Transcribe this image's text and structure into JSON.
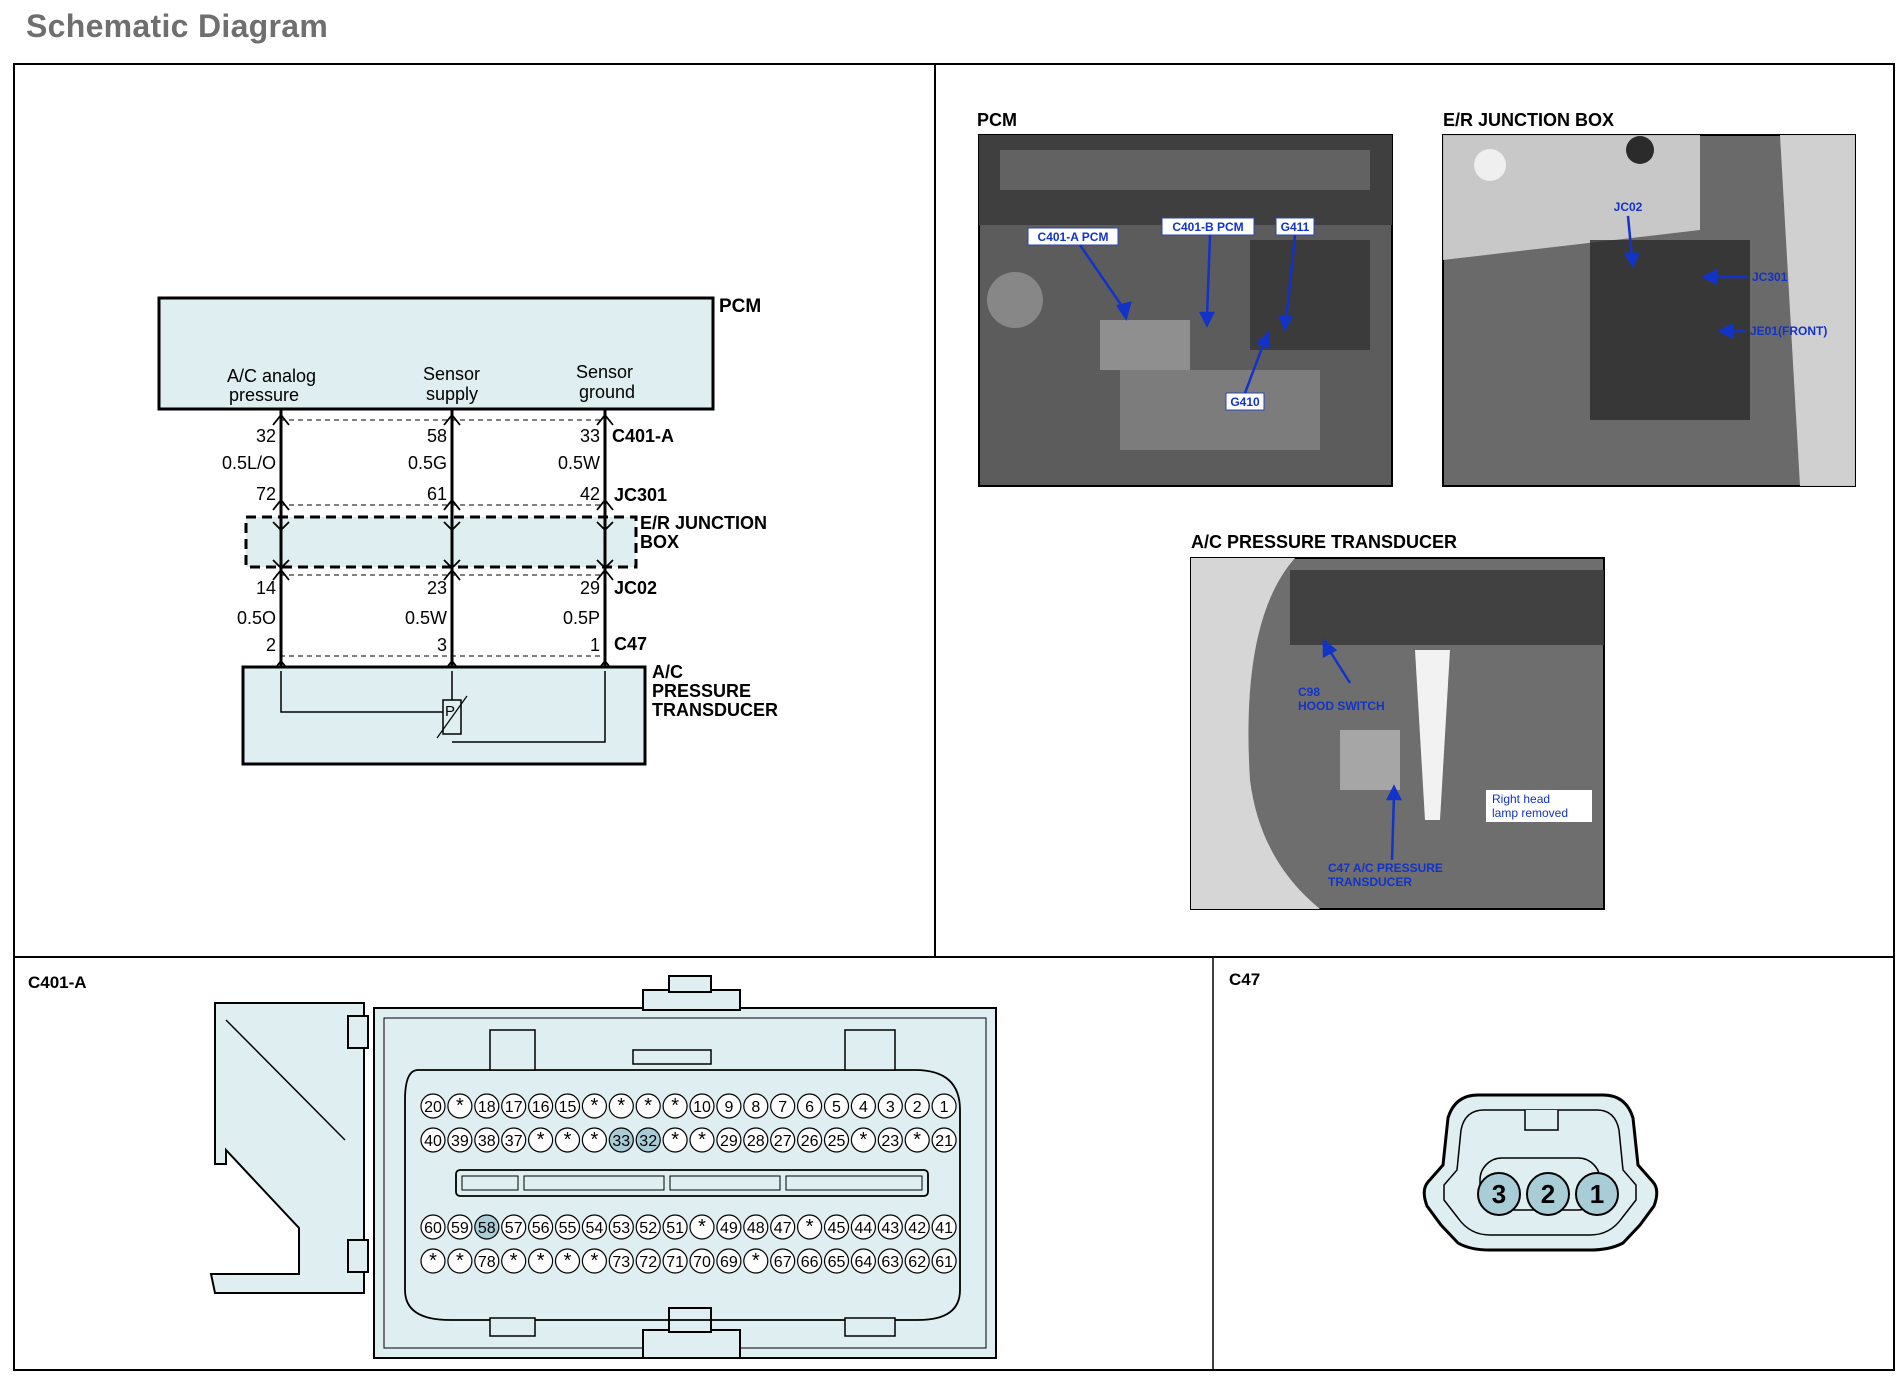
{
  "page": {
    "title": "Schematic Diagram"
  },
  "schematic": {
    "pcm_label": "PCM",
    "pins": [
      {
        "name": "A/C analog pressure",
        "name_lines": [
          "A/C analog",
          "pressure"
        ],
        "c401a_pin": "32",
        "pcm_wire": "0.5L/O",
        "jc301_pin": "72",
        "jc02_pin": "14",
        "sensor_wire": "0.5O",
        "c47_pin": "2"
      },
      {
        "name": "Sensor supply",
        "name_lines": [
          "Sensor",
          "supply"
        ],
        "c401a_pin": "58",
        "pcm_wire": "0.5G",
        "jc301_pin": "61",
        "jc02_pin": "23",
        "sensor_wire": "0.5W",
        "c47_pin": "3"
      },
      {
        "name": "Sensor ground",
        "name_lines": [
          "Sensor",
          "ground"
        ],
        "c401a_pin": "33",
        "pcm_wire": "0.5W",
        "jc301_pin": "42",
        "jc02_pin": "29",
        "sensor_wire": "0.5P",
        "c47_pin": "1"
      }
    ],
    "connector_labels": {
      "c401a": "C401-A",
      "jc301": "JC301",
      "jc02": "JC02",
      "c47": "C47"
    },
    "junction_box_lines": [
      "E/R  JUNCTION",
      "BOX"
    ],
    "transducer_lines": [
      "A/C",
      "PRESSURE",
      "TRANSDUCER"
    ],
    "pressure_symbol": "P"
  },
  "photos": {
    "pcm": {
      "title": "PCM",
      "callouts": [
        "C401-A PCM",
        "C401-B PCM",
        "G411",
        "G410"
      ]
    },
    "junction_box": {
      "title": "E/R JUNCTION BOX",
      "callouts": [
        "JC02",
        "JC301",
        "JE01(FRONT)"
      ]
    },
    "transducer": {
      "title": "A/C PRESSURE TRANSDUCER",
      "callouts": [
        {
          "lines": [
            "C98",
            "HOOD SWITCH"
          ]
        },
        {
          "lines": [
            "Right head",
            "lamp removed"
          ]
        },
        {
          "lines": [
            "C47 A/C PRESSURE",
            "TRANSDUCER"
          ]
        }
      ]
    }
  },
  "connectors": {
    "c401a": {
      "title": "C401-A",
      "rows": [
        [
          "20",
          "*",
          "18",
          "17",
          "16",
          "15",
          "*",
          "*",
          "*",
          "*",
          "10",
          "9",
          "8",
          "7",
          "6",
          "5",
          "4",
          "3",
          "2",
          "1"
        ],
        [
          "40",
          "39",
          "38",
          "37",
          "*",
          "*",
          "*",
          "33",
          "32",
          "*",
          "*",
          "29",
          "28",
          "27",
          "26",
          "25",
          "*",
          "23",
          "*",
          "21"
        ],
        [
          "60",
          "59",
          "58",
          "57",
          "56",
          "55",
          "54",
          "53",
          "52",
          "51",
          "*",
          "49",
          "48",
          "47",
          "*",
          "45",
          "44",
          "43",
          "42",
          "41"
        ],
        [
          "*",
          "*",
          "78",
          "*",
          "*",
          "*",
          "*",
          "73",
          "72",
          "71",
          "70",
          "69",
          "*",
          "67",
          "66",
          "65",
          "64",
          "63",
          "62",
          "61"
        ]
      ],
      "highlighted": [
        "33",
        "32",
        "58"
      ]
    },
    "c47": {
      "title": "C47",
      "pins": [
        "3",
        "2",
        "1"
      ]
    }
  },
  "colors": {
    "box_fill": "#dfeef0",
    "pin_highlight": "#a9cdd6",
    "callout_blue": "#1233c8",
    "photo_bg": "#5c5c5c"
  }
}
